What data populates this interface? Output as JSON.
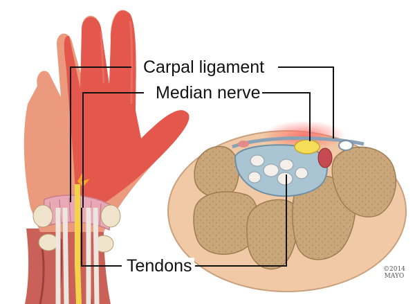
{
  "labels": {
    "carpal_ligament": "Carpal ligament",
    "median_nerve": "Median nerve",
    "tendons": "Tendons"
  },
  "copyright": {
    "line1": "©2014",
    "line2": "MAYO"
  },
  "colors": {
    "skin": "#ee9a7d",
    "inflamed": "#e8524a",
    "bone": "#c8a878",
    "nerve": "#f5dd5a",
    "ligament": "#e8a0ae",
    "tunnel": "#a9c4d2",
    "tendon": "#f2ece6",
    "leader_line": "#111111"
  }
}
